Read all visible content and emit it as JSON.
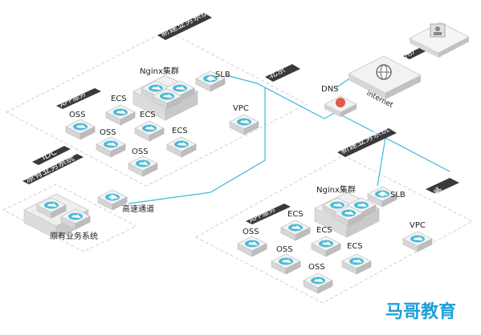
{
  "regions": {
    "beijing": {
      "label": "北京"
    },
    "us_west": {
      "label": "美西"
    },
    "internet": {
      "label": "internet"
    },
    "user": {
      "label": "用户"
    },
    "dns": {
      "label": "DNS"
    }
  },
  "beijing_system": {
    "title": "新建业务系统",
    "app_group": "APP服务",
    "nginx": "Nginx集群",
    "slb": "SLB",
    "vpc": "VPC",
    "ecs": [
      "ECS",
      "ECS",
      "ECS"
    ],
    "oss": [
      "OSS",
      "OSS",
      "OSS"
    ]
  },
  "idc": {
    "title_line1": "IDC",
    "title_line2": "原有业务系统",
    "inner_label": "原有业务系统",
    "express": "高速通道"
  },
  "uswest_system": {
    "title": "新建业务系统",
    "app_group": "APP服务",
    "nginx": "Nginx集群",
    "slb": "SLB",
    "vpc": "VPC",
    "ecs": [
      "ECS",
      "ECS",
      "ECS"
    ],
    "oss": [
      "OSS",
      "OSS",
      "OSS"
    ]
  },
  "watermark": "马哥教育",
  "colors": {
    "accent": "#3fb8d9",
    "icon_teal": "#4cbcd6",
    "dns_red": "#e05a4a",
    "label_dark": "#3a3a3a",
    "watermark": "#1a9fd8"
  }
}
